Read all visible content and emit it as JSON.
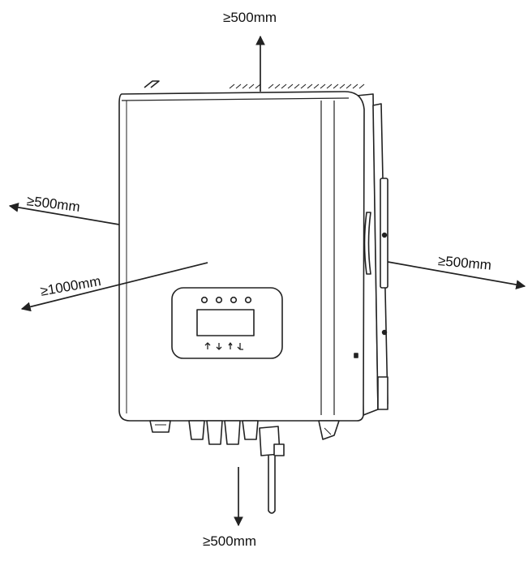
{
  "diagram": {
    "clearances": {
      "top": "≥500mm",
      "left": "≥500mm",
      "front": "≥1000mm",
      "right": "≥500mm",
      "bottom": "≥500mm"
    },
    "colors": {
      "line": "#222222",
      "fill": "#ffffff",
      "background": "#ffffff"
    },
    "display_panel": {
      "indicator_count": 4,
      "button_count": 4
    }
  }
}
